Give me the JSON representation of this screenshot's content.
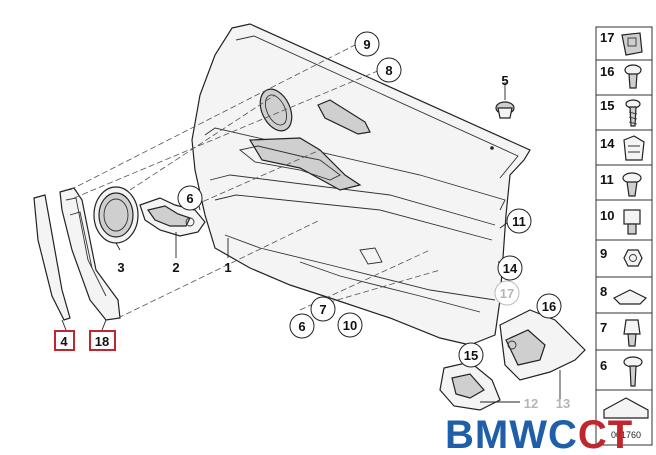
{
  "diagram": {
    "callouts": {
      "c1": "1",
      "c2": "2",
      "c3": "3",
      "c4": "4",
      "c5": "5",
      "c6a": "6",
      "c6b": "6",
      "c7": "7",
      "c8": "8",
      "c9": "9",
      "c10": "10",
      "c11": "11",
      "c12": "12",
      "c13": "13",
      "c14": "14",
      "c15": "15",
      "c16": "16",
      "c17": "17",
      "c18": "18"
    },
    "highlighted": [
      "4",
      "18"
    ]
  },
  "side_panel": {
    "items": [
      {
        "num": "17",
        "icon": "clip-holder-icon",
        "gray": true
      },
      {
        "num": "16",
        "icon": "screw-short-icon",
        "gray": false
      },
      {
        "num": "15",
        "icon": "screw-long-icon",
        "gray": false
      },
      {
        "num": "14",
        "icon": "spring-clip-icon",
        "gray": false
      },
      {
        "num": "11",
        "icon": "expanding-rivet-icon",
        "gray": false
      },
      {
        "num": "10",
        "icon": "square-nut-icon",
        "gray": false
      },
      {
        "num": "9",
        "icon": "hex-nut-icon",
        "gray": false
      },
      {
        "num": "8",
        "icon": "wedge-clip-icon",
        "gray": false
      },
      {
        "num": "7",
        "icon": "plug-clip-icon",
        "gray": false
      },
      {
        "num": "6",
        "icon": "washer-screw-icon",
        "gray": false
      }
    ],
    "footer_code": "001760"
  },
  "watermark": {
    "text": "BMWCCT",
    "colors": [
      "#1f5fa8",
      "#c0262d"
    ]
  }
}
